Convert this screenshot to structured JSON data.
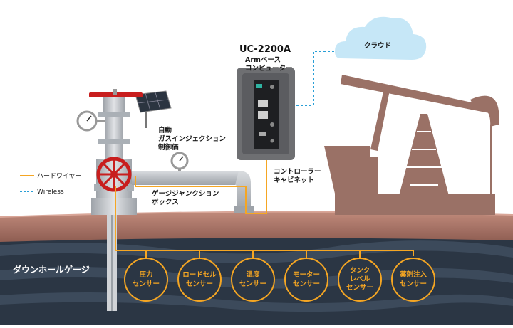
{
  "device": {
    "model": "UC-2200A",
    "subtitle_line1": "Armベース",
    "subtitle_line2": "コンピューター"
  },
  "cloud": {
    "label": "クラウド"
  },
  "legend": [
    {
      "label": "ハードワイヤー",
      "color": "#f5a623",
      "style": "solid"
    },
    {
      "label": "Wireless",
      "color": "#2a9fd6",
      "style": "dashed"
    }
  ],
  "labels": {
    "gas_injection": [
      "自動",
      "ガスインジェクション",
      "制御価"
    ],
    "junction_box": [
      "ゲージジャンクション",
      "ボックス"
    ],
    "controller_cabinet": [
      "コントローラー",
      "キャビネット"
    ],
    "downhole_gauge": "ダウンホールゲージ"
  },
  "sensors": [
    {
      "lines": [
        "圧力",
        "センサー"
      ]
    },
    {
      "lines": [
        "ロードセル",
        "センサー"
      ]
    },
    {
      "lines": [
        "温度",
        "センサー"
      ]
    },
    {
      "lines": [
        "モーター",
        "センサー"
      ]
    },
    {
      "lines": [
        "タンク",
        "レベル",
        "センサー"
      ]
    },
    {
      "lines": [
        "薬剤注入",
        "センサー"
      ]
    }
  ],
  "colors": {
    "hardwire": "#f5a623",
    "wireless": "#2a9fd6",
    "ground": "#b0786a",
    "pumpjack": "#9a7166",
    "pipe": "#c4c7cb",
    "valve": "#c81e1e",
    "underground_dark": "#2b3644"
  },
  "icons": [
    "cloud-icon",
    "solar-panel-icon",
    "pressure-gauge-icon",
    "valve-wheel-icon",
    "pumpjack-icon",
    "computer-device-icon"
  ]
}
